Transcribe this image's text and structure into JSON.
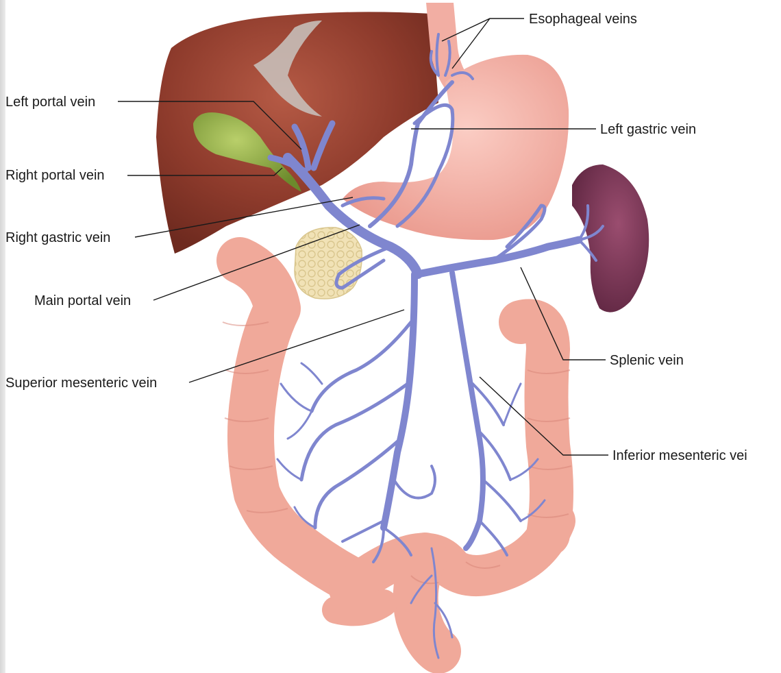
{
  "labels": {
    "esophageal_veins": "Esophageal veins",
    "left_portal_vein": "Left portal vein",
    "left_gastric_vein": "Left gastric vein",
    "right_portal_vein": "Right portal vein",
    "right_gastric_vein": "Right gastric vein",
    "main_portal_vein": "Main portal vein",
    "splenic_vein": "Splenic vein",
    "superior_mesenteric_vein": "Superior mesenteric vein",
    "inferior_mesenteric_vein": "Inferior mesenteric vei"
  },
  "colors": {
    "liver": "#8e3b2c",
    "stomach": "#f2aaa0",
    "spleen": "#7a3552",
    "gallbladder": "#7f9b3a",
    "pancreas": "#efe0b4",
    "colon": "#f5b4a6",
    "vein": "#7f86cf"
  }
}
